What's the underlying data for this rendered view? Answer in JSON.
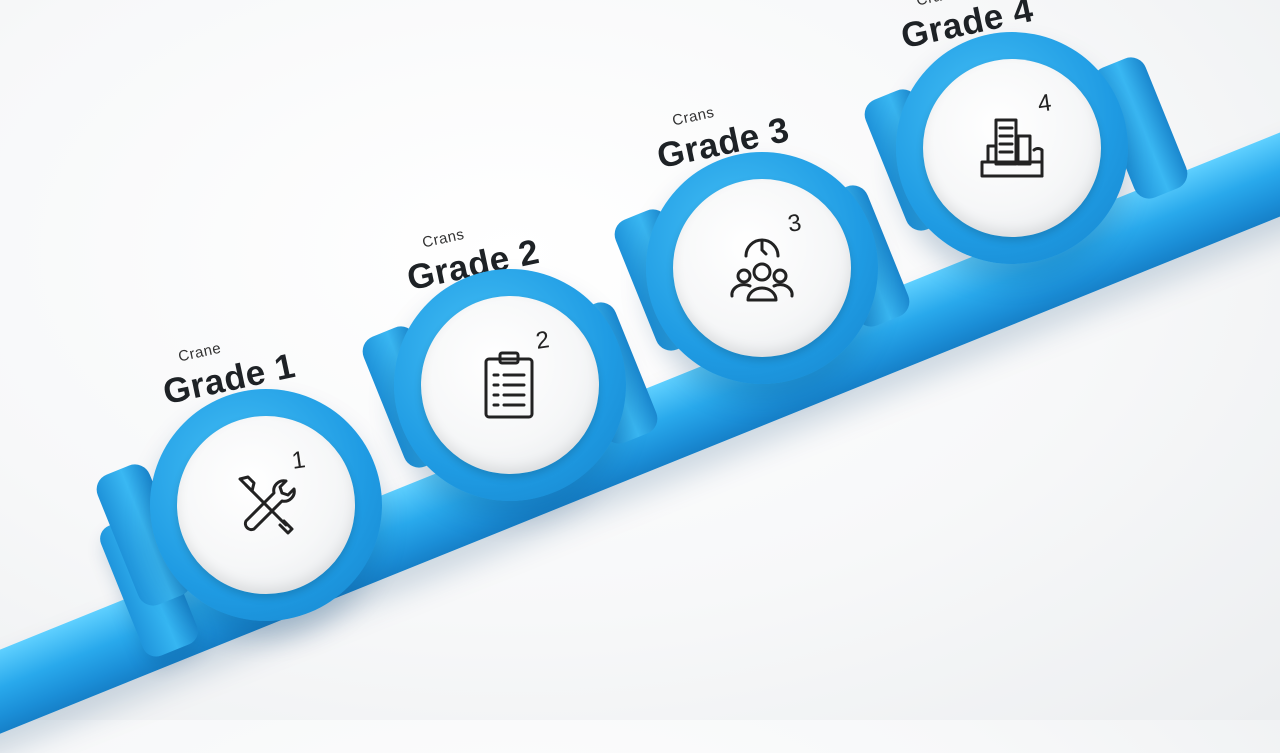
{
  "steps": [
    {
      "kicker": "Crane",
      "grade": "Grade 1",
      "number": "1",
      "icon": "wrench-screwdriver-icon"
    },
    {
      "kicker": "Crans",
      "grade": "Grade 2",
      "number": "2",
      "icon": "clipboard-checklist-icon"
    },
    {
      "kicker": "Crans",
      "grade": "Grade 3",
      "number": "3",
      "icon": "team-clock-icon"
    },
    {
      "kicker": "Crans",
      "grade": "Grade 4",
      "number": "4",
      "icon": "building-blueprint-icon"
    }
  ],
  "colors": {
    "accent": "#29a9ec",
    "disc": "#f6f7f8",
    "text": "#1e2226"
  }
}
